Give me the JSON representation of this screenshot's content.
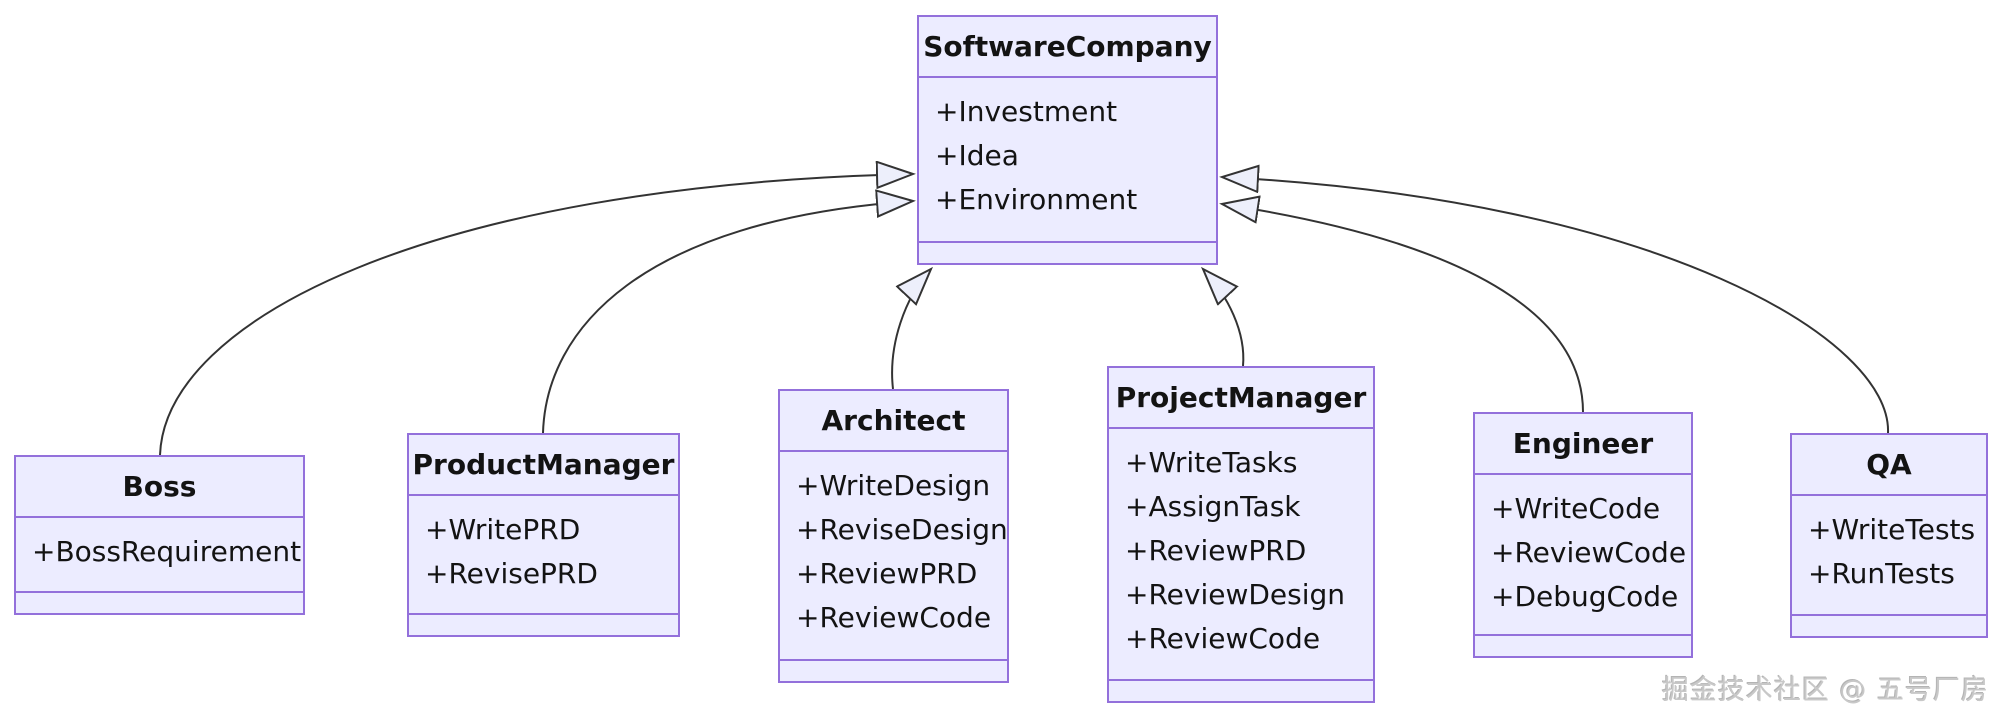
{
  "diagram": {
    "classes": [
      {
        "name": "SoftwareCompany",
        "attributes": [
          "+Investment",
          "+Idea",
          "+Environment"
        ],
        "methods": []
      },
      {
        "name": "Boss",
        "attributes": [
          "+BossRequirement"
        ],
        "methods": []
      },
      {
        "name": "ProductManager",
        "attributes": [
          "+WritePRD",
          "+RevisePRD"
        ],
        "methods": []
      },
      {
        "name": "Architect",
        "attributes": [
          "+WriteDesign",
          "+ReviseDesign",
          "+ReviewPRD",
          "+ReviewCode"
        ],
        "methods": []
      },
      {
        "name": "ProjectManager",
        "attributes": [
          "+WriteTasks",
          "+AssignTask",
          "+ReviewPRD",
          "+ReviewDesign",
          "+ReviewCode"
        ],
        "methods": []
      },
      {
        "name": "Engineer",
        "attributes": [
          "+WriteCode",
          "+ReviewCode",
          "+DebugCode"
        ],
        "methods": []
      },
      {
        "name": "QA",
        "attributes": [
          "+WriteTests",
          "+RunTests"
        ],
        "methods": []
      }
    ],
    "relationships": [
      {
        "from": "Boss",
        "to": "SoftwareCompany",
        "type": "inheritance"
      },
      {
        "from": "ProductManager",
        "to": "SoftwareCompany",
        "type": "inheritance"
      },
      {
        "from": "Architect",
        "to": "SoftwareCompany",
        "type": "inheritance"
      },
      {
        "from": "ProjectManager",
        "to": "SoftwareCompany",
        "type": "inheritance"
      },
      {
        "from": "Engineer",
        "to": "SoftwareCompany",
        "type": "inheritance"
      },
      {
        "from": "QA",
        "to": "SoftwareCompany",
        "type": "inheritance"
      }
    ]
  },
  "watermark": {
    "text": "掘金技术社区 @ 五号厂房"
  },
  "colors": {
    "box_fill": "#ECECFF",
    "box_border": "#9370DB",
    "edge_line": "#333333",
    "arrowhead_fill": "#EDEFFB",
    "text": "#131313",
    "watermark": "#c8c8c8",
    "background": "#ffffff"
  }
}
